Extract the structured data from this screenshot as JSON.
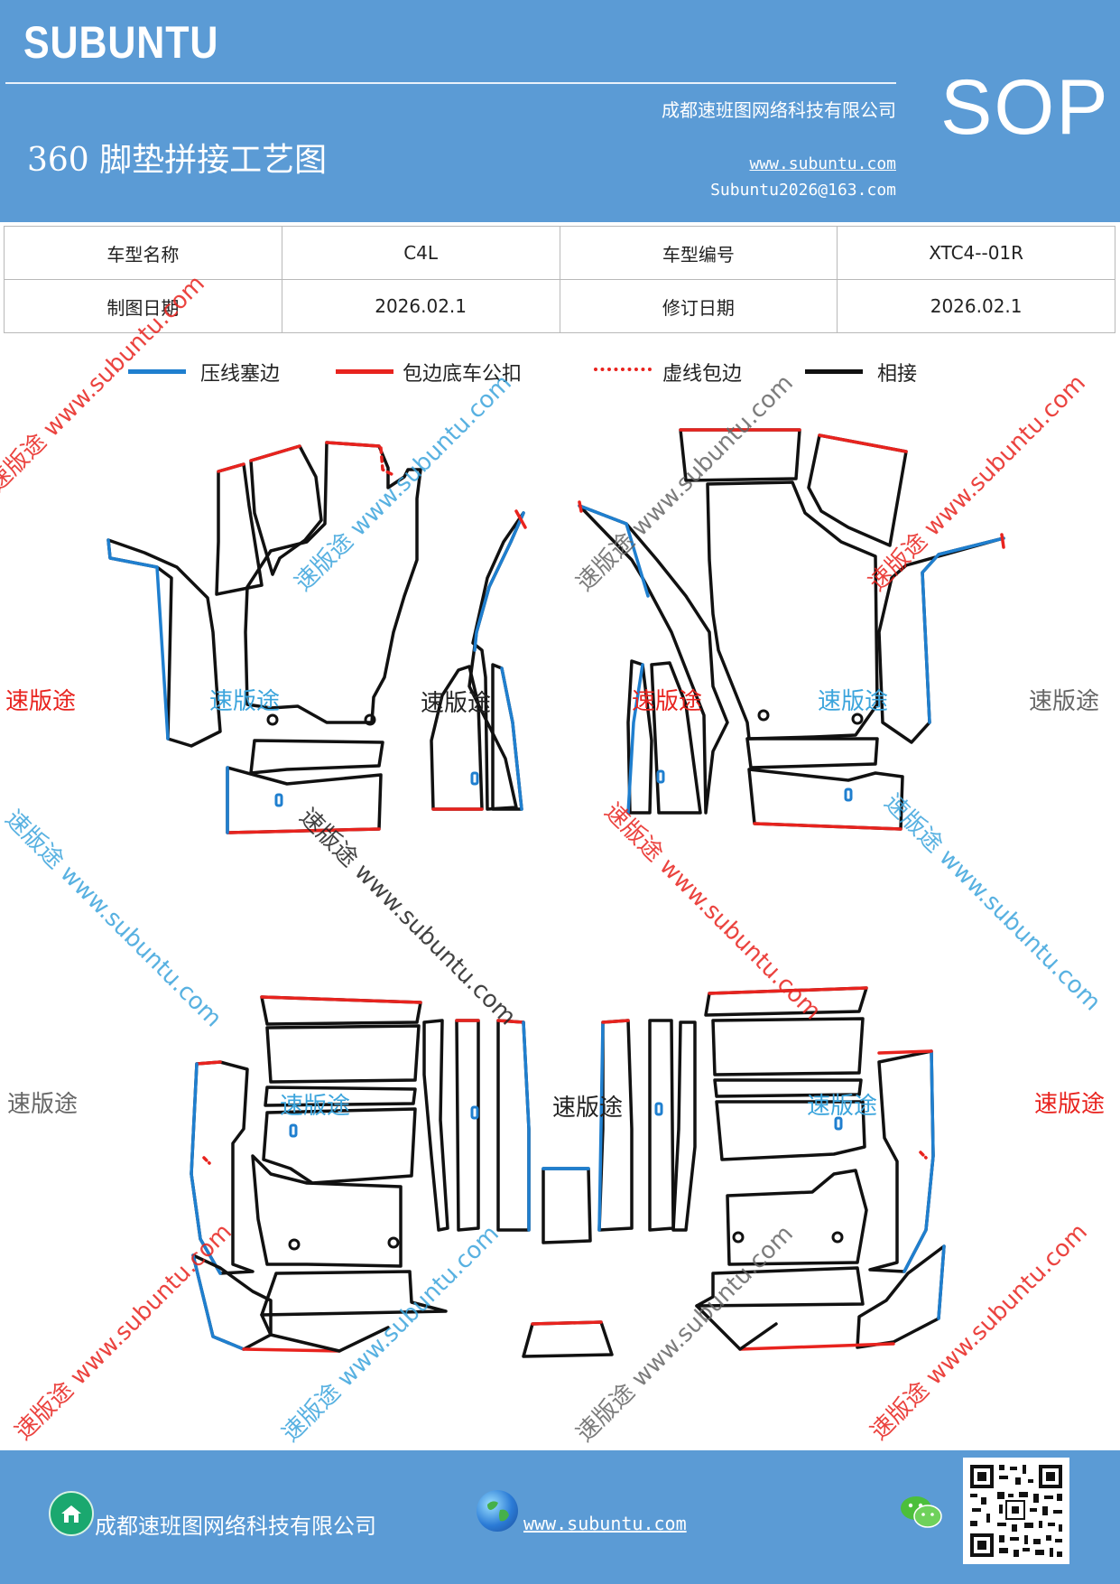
{
  "header": {
    "brand": "SUBUNTU",
    "company": "成都速班图网络科技有限公司",
    "title": "360 脚垫拼接工艺图",
    "website": "www.subuntu.com",
    "email": "Subuntu2026@163.com",
    "badge": "SOP"
  },
  "info_table": {
    "rows": [
      {
        "k1": "车型名称",
        "v1": "C4L",
        "k2": "车型编号",
        "v2": "XTC4--01R"
      },
      {
        "k1": "制图日期",
        "v1": "2026.02.1",
        "k2": "修订日期",
        "v2": "2026.02.1"
      }
    ]
  },
  "legend": [
    {
      "label": "压线塞边",
      "color": "#1f7fcf",
      "style": "solid"
    },
    {
      "label": "包边底车公扣",
      "color": "#e8231e",
      "style": "solid"
    },
    {
      "label": "虚线包边",
      "color": "#e8231e",
      "style": "dashed"
    },
    {
      "label": "相接",
      "color": "#111111",
      "style": "solid"
    }
  ],
  "colors": {
    "header_bg": "#5b9bd5",
    "blue_edge": "#1f7fcf",
    "red_edge": "#e8231e",
    "black_edge": "#111111"
  },
  "watermarks": {
    "brand_cn": "速版途",
    "site": "www.subuntu.com",
    "diag_mark": "速版途 www.subuntu.com"
  },
  "footer": {
    "company": "成都速班图网络科技有限公司",
    "website": "www.subuntu.com",
    "home_icon": "home-icon",
    "globe_icon": "globe-icon",
    "wechat_icon": "wechat-icon"
  }
}
